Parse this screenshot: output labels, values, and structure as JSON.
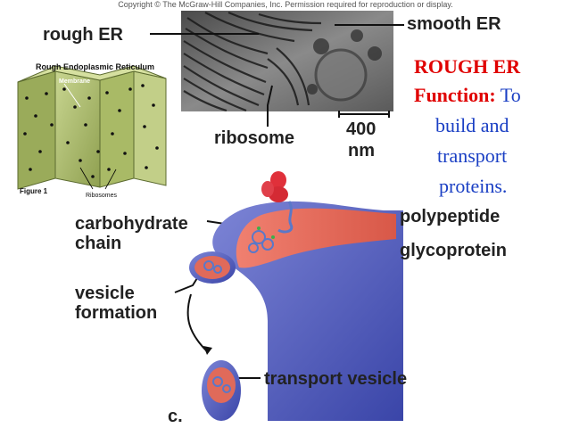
{
  "copyright": "Copyright © The McGraw-Hill Companies, Inc. Permission required for reproduction or display.",
  "inset": {
    "title": "Rough Endoplasmic Reticulum",
    "membrane_label": "Membrane",
    "ribosomes_label": "Ribosomes",
    "figure_label": "Figure 1"
  },
  "labels": {
    "rough_er": "rough ER",
    "smooth_er": "smooth ER",
    "ribosome": "ribosome",
    "scale_value": "400",
    "scale_unit": "nm",
    "carbohydrate_1": "carbohydrate",
    "carbohydrate_2": "chain",
    "polypeptide": "polypeptide",
    "glycoprotein": "glycoprotein",
    "vesicle_1": "vesicle",
    "vesicle_2": "formation",
    "transport_vesicle": "transport vesicle",
    "panel": "c."
  },
  "function_box": {
    "title": "ROUGH ER",
    "function_label": "Function:",
    "line1_rest": "To",
    "line2": "build and",
    "line3": "transport",
    "line4": "proteins."
  },
  "colors": {
    "function_title": "#e00000",
    "function_text": "#1a3fc4",
    "er_lumen": "#e06a5a",
    "er_membrane": "#5b6bc4",
    "ribosome": "#e0303a"
  }
}
